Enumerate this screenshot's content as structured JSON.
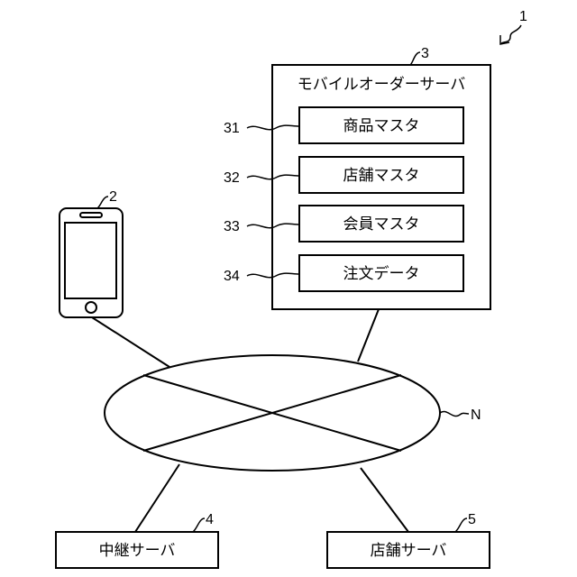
{
  "figure_ref": "1",
  "server": {
    "ref": "3",
    "title": "モバイルオーダーサーバ",
    "items": [
      {
        "ref": "31",
        "label": "商品マスタ"
      },
      {
        "ref": "32",
        "label": "店舗マスタ"
      },
      {
        "ref": "33",
        "label": "会員マスタ"
      },
      {
        "ref": "34",
        "label": "注文データ"
      }
    ]
  },
  "terminal": {
    "ref": "2"
  },
  "network": {
    "ref": "N"
  },
  "relay_server": {
    "ref": "4",
    "label": "中継サーバ"
  },
  "store_server": {
    "ref": "5",
    "label": "店舗サーバ"
  }
}
